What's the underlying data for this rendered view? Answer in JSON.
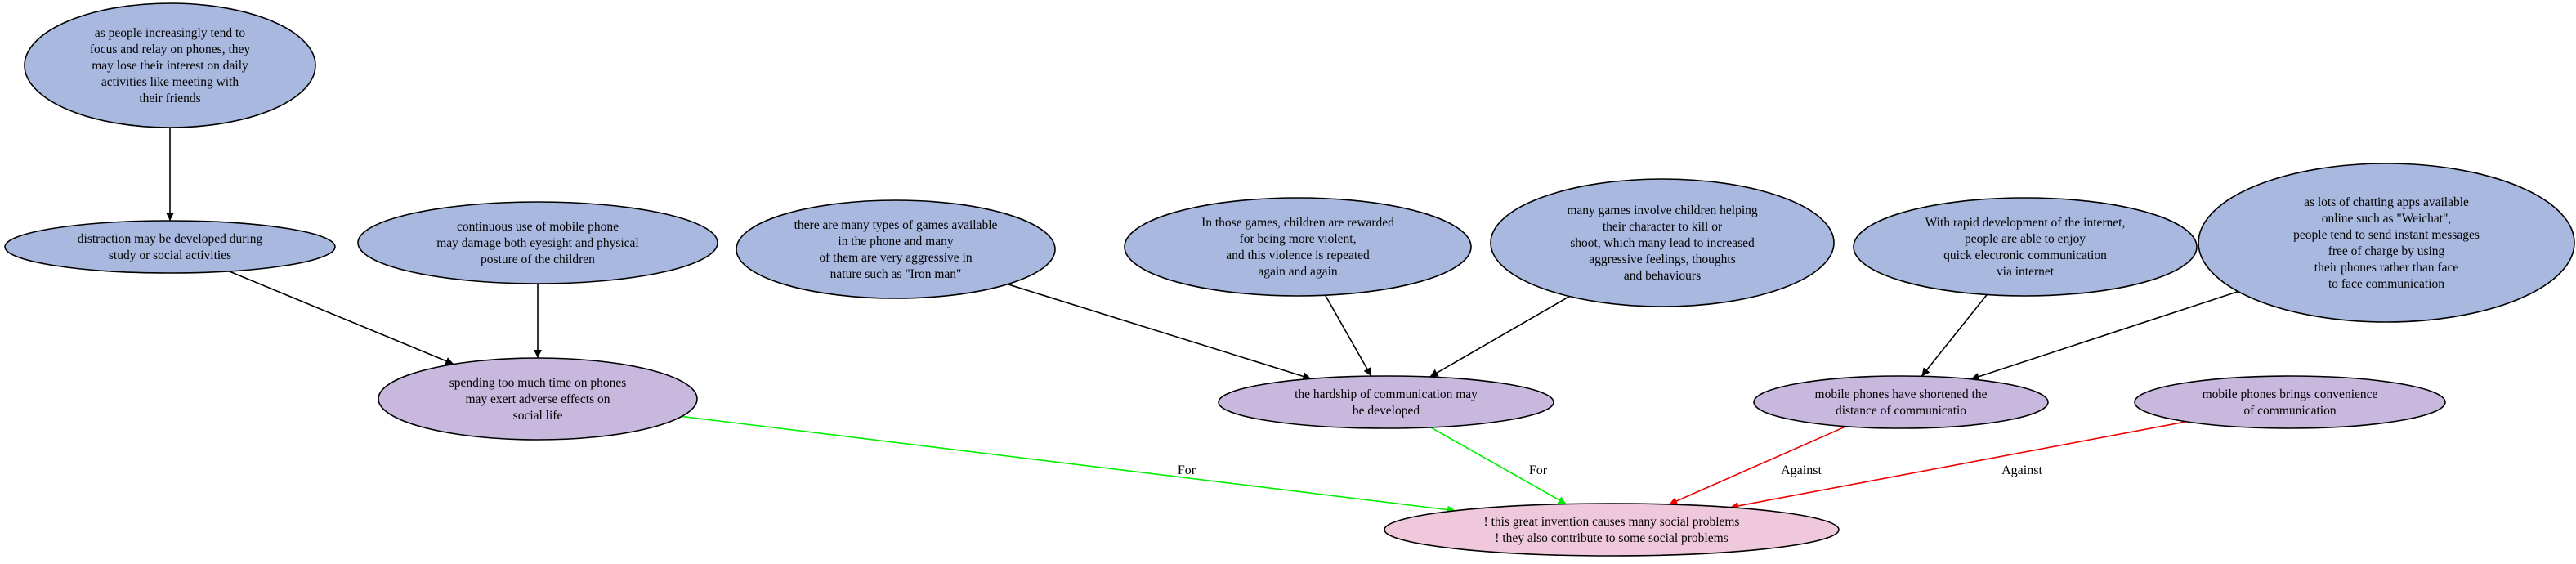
{
  "colors": {
    "premise": "#a9b8de",
    "claim": "#c8b8de",
    "conclusion": "#efc8dc",
    "support": "#00ee00",
    "attack": "#ee0000",
    "neutral": "#000000"
  },
  "nodes": [
    {
      "id": "n1",
      "role": "premise",
      "lines": [
        "as people increasingly tend to",
        "focus and relay on phones, they",
        "may lose their interest on daily",
        "activities like meeting with",
        "their friends"
      ]
    },
    {
      "id": "n2",
      "role": "premise",
      "lines": [
        "distraction may be developed during",
        "study or social activities"
      ]
    },
    {
      "id": "n3",
      "role": "premise",
      "lines": [
        "continuous use of mobile phone",
        "may damage both eyesight and physical",
        "posture of the children"
      ]
    },
    {
      "id": "n4",
      "role": "premise",
      "lines": [
        "there are many types of games available",
        "in the phone and many",
        "of them are very aggressive in",
        "nature such as \"Iron man\""
      ]
    },
    {
      "id": "n5",
      "role": "premise",
      "lines": [
        "In those games, children are rewarded",
        "for being more violent,",
        "and this violence is repeated",
        "again and again"
      ]
    },
    {
      "id": "n6",
      "role": "premise",
      "lines": [
        "many games involve children helping",
        "their character to kill or",
        "shoot, which many lead to increased",
        "aggressive feelings, thoughts",
        "and behaviours"
      ]
    },
    {
      "id": "n7",
      "role": "premise",
      "lines": [
        "With rapid development of the internet,",
        "people are able to enjoy",
        "quick electronic communication",
        "via internet"
      ]
    },
    {
      "id": "n8",
      "role": "premise",
      "lines": [
        "as lots of chatting apps available",
        "online such as \"Weichat\",",
        "people tend to send instant messages",
        "free of charge by using",
        "their phones rather than face",
        "to face communication"
      ]
    },
    {
      "id": "c1",
      "role": "claim",
      "lines": [
        "spending too much time on phones",
        "may exert adverse effects on",
        "social life"
      ]
    },
    {
      "id": "c2",
      "role": "claim",
      "lines": [
        "the hardship of communication may",
        "be developed"
      ]
    },
    {
      "id": "c3",
      "role": "claim",
      "lines": [
        "mobile phones have shortened the",
        "distance of communicatio"
      ]
    },
    {
      "id": "c4",
      "role": "claim",
      "lines": [
        "mobile phones brings convenience",
        "of communication"
      ]
    },
    {
      "id": "m",
      "role": "conclusion",
      "lines": [
        "! this great invention causes many social problems",
        "! they also contribute to some social problems"
      ]
    }
  ],
  "edges": [
    {
      "from": "n1",
      "to": "n2",
      "type": "neutral",
      "label": ""
    },
    {
      "from": "n2",
      "to": "c1",
      "type": "neutral",
      "label": ""
    },
    {
      "from": "n3",
      "to": "c1",
      "type": "neutral",
      "label": ""
    },
    {
      "from": "n4",
      "to": "c2",
      "type": "neutral",
      "label": ""
    },
    {
      "from": "n5",
      "to": "c2",
      "type": "neutral",
      "label": ""
    },
    {
      "from": "n6",
      "to": "c2",
      "type": "neutral",
      "label": ""
    },
    {
      "from": "n7",
      "to": "c3",
      "type": "neutral",
      "label": ""
    },
    {
      "from": "n8",
      "to": "c3",
      "type": "neutral",
      "label": ""
    },
    {
      "from": "c1",
      "to": "m",
      "type": "support",
      "label": "For"
    },
    {
      "from": "c2",
      "to": "m",
      "type": "support",
      "label": "For"
    },
    {
      "from": "c3",
      "to": "m",
      "type": "attack",
      "label": "Against"
    },
    {
      "from": "c4",
      "to": "m",
      "type": "attack",
      "label": "Against"
    }
  ]
}
